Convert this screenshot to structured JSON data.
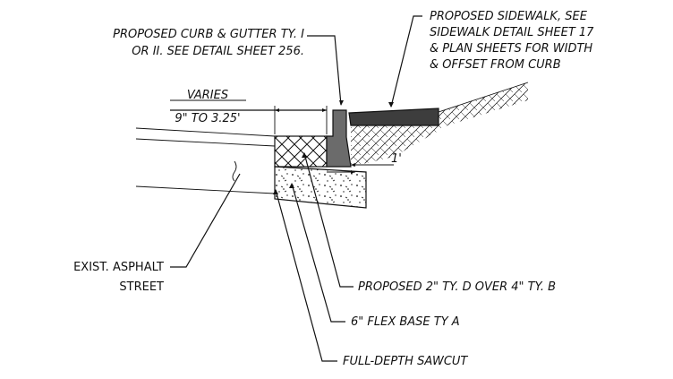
{
  "labels": {
    "curb_line1": "PROPOSED CURB & GUTTER TY. I",
    "curb_line2": "OR II. SEE DETAIL SHEET 256.",
    "sidewalk_line1": "PROPOSED SIDEWALK, SEE",
    "sidewalk_line2": "SIDEWALK DETAIL SHEET 17",
    "sidewalk_line3": "& PLAN SHEETS FOR WIDTH",
    "sidewalk_line4": "& OFFSET FROM CURB",
    "varies": "VARIES",
    "dim_range": "9\" TO 3.25'",
    "one_foot": "1'",
    "asphalt_line1": "EXIST. ASPHALT",
    "asphalt_line2": "STREET",
    "surface_course": "PROPOSED 2\" TY. D OVER 4\" TY. B",
    "flex_base": "6\" FLEX BASE TY A",
    "sawcut": "FULL-DEPTH SAWCUT"
  },
  "colors": {
    "line": "#111111",
    "curb_fill": "#6b6b6b",
    "sidewalk_fill": "#3d3d3d",
    "background": "#ffffff"
  }
}
